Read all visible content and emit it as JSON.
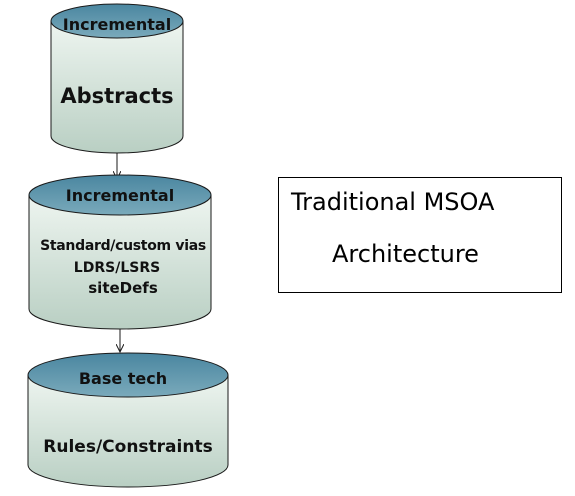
{
  "diagram": {
    "nodes": [
      {
        "id": "abstracts",
        "label_top": "Incremental",
        "label_lines": [
          "Abstracts"
        ]
      },
      {
        "id": "sitedefs",
        "label_top": "Incremental",
        "label_lines": [
          "Standard/custom vias",
          "LDRS/LSRS",
          "siteDefs"
        ]
      },
      {
        "id": "rules",
        "label_top": "Base tech",
        "label_lines": [
          "Rules/Constraints"
        ]
      }
    ],
    "edges": [
      {
        "from": "abstracts",
        "to": "sitedefs"
      },
      {
        "from": "sitedefs",
        "to": "rules"
      }
    ]
  },
  "title_box": {
    "line1": "Traditional MSOA",
    "line2": "Architecture"
  },
  "colors": {
    "cylinder_top": "#4f8ba4",
    "cylinder_body_light": "#eef5f0",
    "cylinder_body_dark": "#b9cfc3",
    "outline": "#1a1a1a"
  }
}
